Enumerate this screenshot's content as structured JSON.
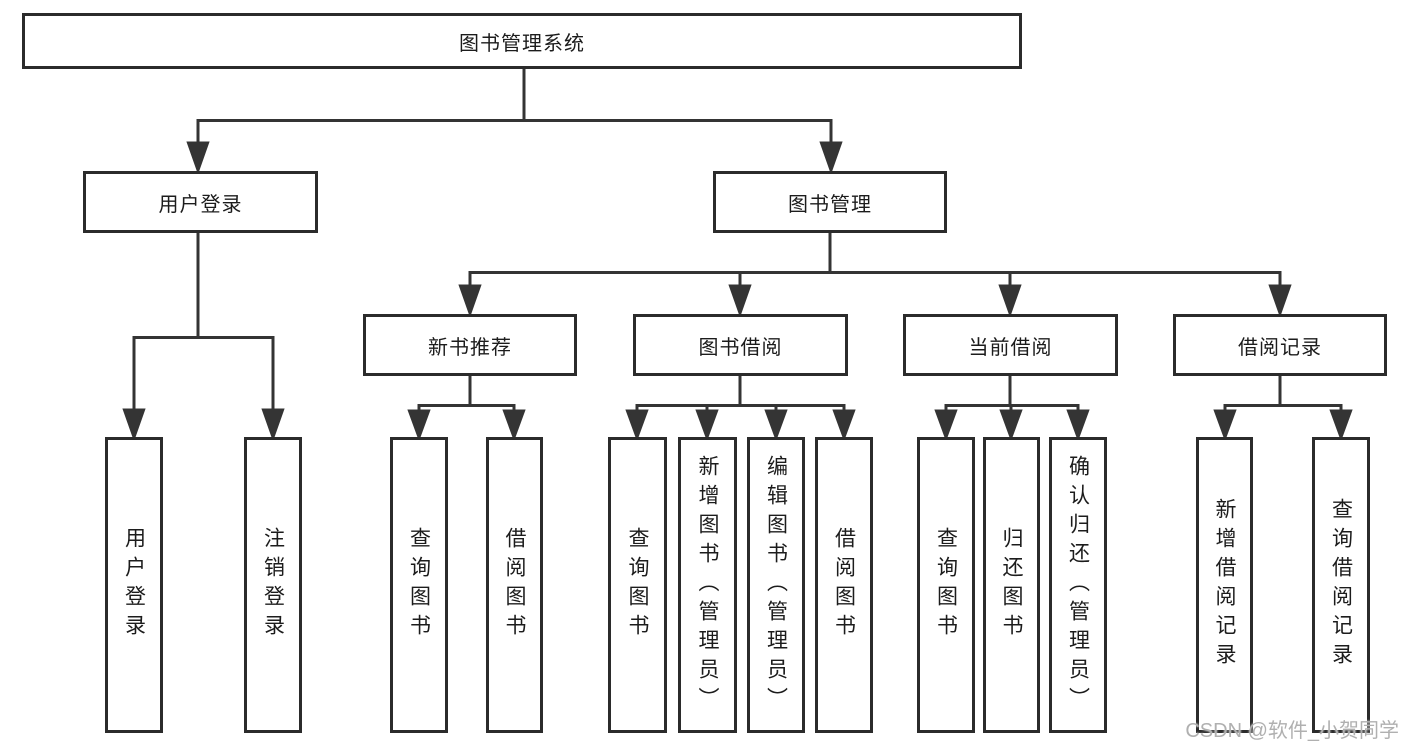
{
  "diagram": {
    "nodes": {
      "root": {
        "label": "图书管理系统"
      },
      "user_login": {
        "label": "用户登录"
      },
      "book_management": {
        "label": "图书管理"
      },
      "new_book_recommend": {
        "label": "新书推荐"
      },
      "book_borrow": {
        "label": "图书借阅"
      },
      "current_borrow": {
        "label": "当前借阅"
      },
      "borrow_records": {
        "label": "借阅记录"
      },
      "leaf_user_login": {
        "label": "用户登录"
      },
      "leaf_logout": {
        "label": "注销登录"
      },
      "leaf_recommend_query_books": {
        "label": "查询图书"
      },
      "leaf_recommend_borrow_books": {
        "label": "借阅图书"
      },
      "leaf_borrow_query_books": {
        "label": "查询图书"
      },
      "leaf_borrow_add_books": {
        "label": "新增图书（管理员）"
      },
      "leaf_borrow_edit_books": {
        "label": "编辑图书（管理员）"
      },
      "leaf_borrow_borrow_books": {
        "label": "借阅图书"
      },
      "leaf_current_query_books": {
        "label": "查询图书"
      },
      "leaf_current_return_books": {
        "label": "归还图书"
      },
      "leaf_current_confirm_return": {
        "label": "确认归还（管理员）"
      },
      "leaf_records_add_record": {
        "label": "新增借阅记录"
      },
      "leaf_records_query_record": {
        "label": "查询借阅记录"
      }
    }
  },
  "watermark": {
    "text": "CSDN @软件_小贺同学"
  },
  "colors": {
    "line": "#343434",
    "box_border": "#2b2b2b",
    "text": "#1c1c1c",
    "background": "#ffffff",
    "watermark": "#b0b0b0"
  }
}
